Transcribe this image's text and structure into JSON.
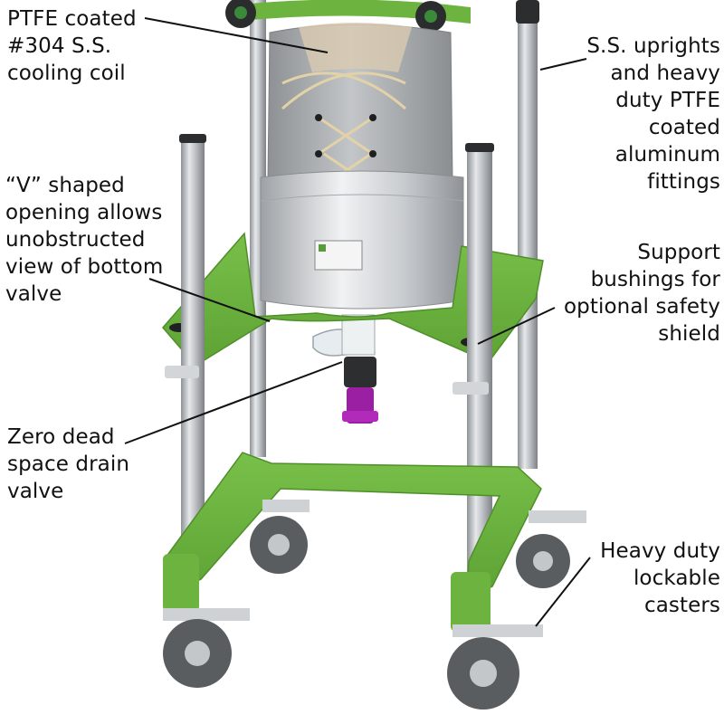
{
  "callouts": {
    "cooling_coil": "PTFE coated\n#304 S.S.\ncooling coil",
    "uprights": "S.S. uprights\nand heavy\nduty PTFE\ncoated\naluminum\nfittings",
    "v_opening": "“V” shaped\nopening allows\nunobstructed\nview of bottom\nvalve",
    "bushings": "Support\nbushings for\noptional safety\nshield",
    "drain_valve": "Zero dead\nspace drain\nvalve",
    "casters": "Heavy duty\nlockable\ncasters"
  },
  "colors": {
    "frame_green": "#6cb33f",
    "frame_green_dark": "#4f8f2a",
    "steel": "#b9bdc2",
    "jacket_gray": "#a9acae",
    "valve_purple": "#9b1fa3",
    "wheel": "#5a5d60"
  }
}
